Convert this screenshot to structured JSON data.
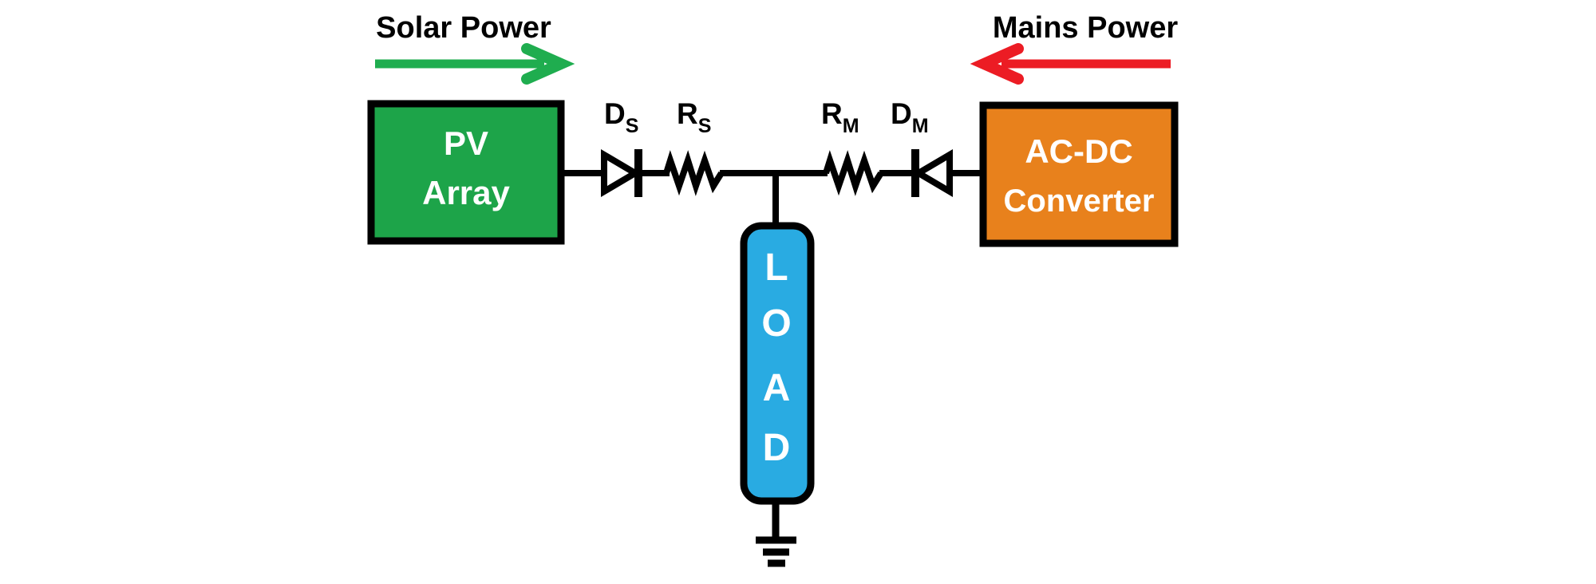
{
  "diagram": {
    "type": "circuit-schematic",
    "description": "Diode-OR power sharing: solar PV array and mains AC-DC converter feeding a common load",
    "background": "#FFFFFF",
    "wire_color": "#000000"
  },
  "flows": {
    "solar": {
      "label": "Solar Power",
      "color": "#1FAD4F",
      "direction": "right"
    },
    "mains": {
      "label": "Mains Power",
      "color": "#EC1C24",
      "direction": "left"
    }
  },
  "blocks": {
    "pv": {
      "line1": "PV",
      "line2": "Array",
      "fill": "#1DA449",
      "text_color": "#FFFFFF"
    },
    "acdc": {
      "line1": "AC-DC",
      "line2": "Converter",
      "fill": "#E8811C",
      "text_color": "#FFFFFF"
    },
    "load": {
      "letters": [
        "L",
        "O",
        "A",
        "D"
      ],
      "fill": "#29ABE2",
      "text_color": "#FFFFFF"
    }
  },
  "components": {
    "ds": {
      "main": "D",
      "sub": "S",
      "type": "diode",
      "orientation": "anode-left"
    },
    "rs": {
      "main": "R",
      "sub": "S",
      "type": "resistor"
    },
    "rm": {
      "main": "R",
      "sub": "M",
      "type": "resistor"
    },
    "dm": {
      "main": "D",
      "sub": "M",
      "type": "diode",
      "orientation": "anode-right"
    }
  },
  "icons": {
    "ground": "earth-ground-symbol",
    "solar_arrow": "right-arrow",
    "mains_arrow": "left-arrow"
  }
}
